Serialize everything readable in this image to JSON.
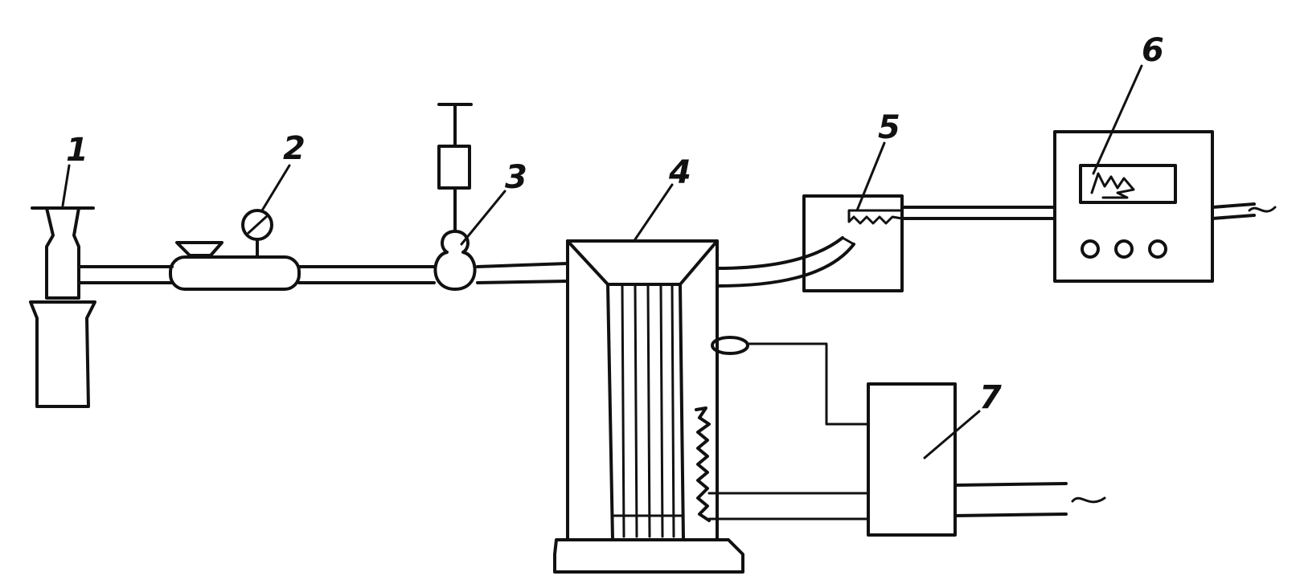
{
  "diagram": {
    "labels": {
      "cylinder": "1",
      "regulator": "2",
      "valve": "3",
      "reactor": "4",
      "chamber": "5",
      "recorder": "6",
      "power_unit": "7"
    }
  }
}
